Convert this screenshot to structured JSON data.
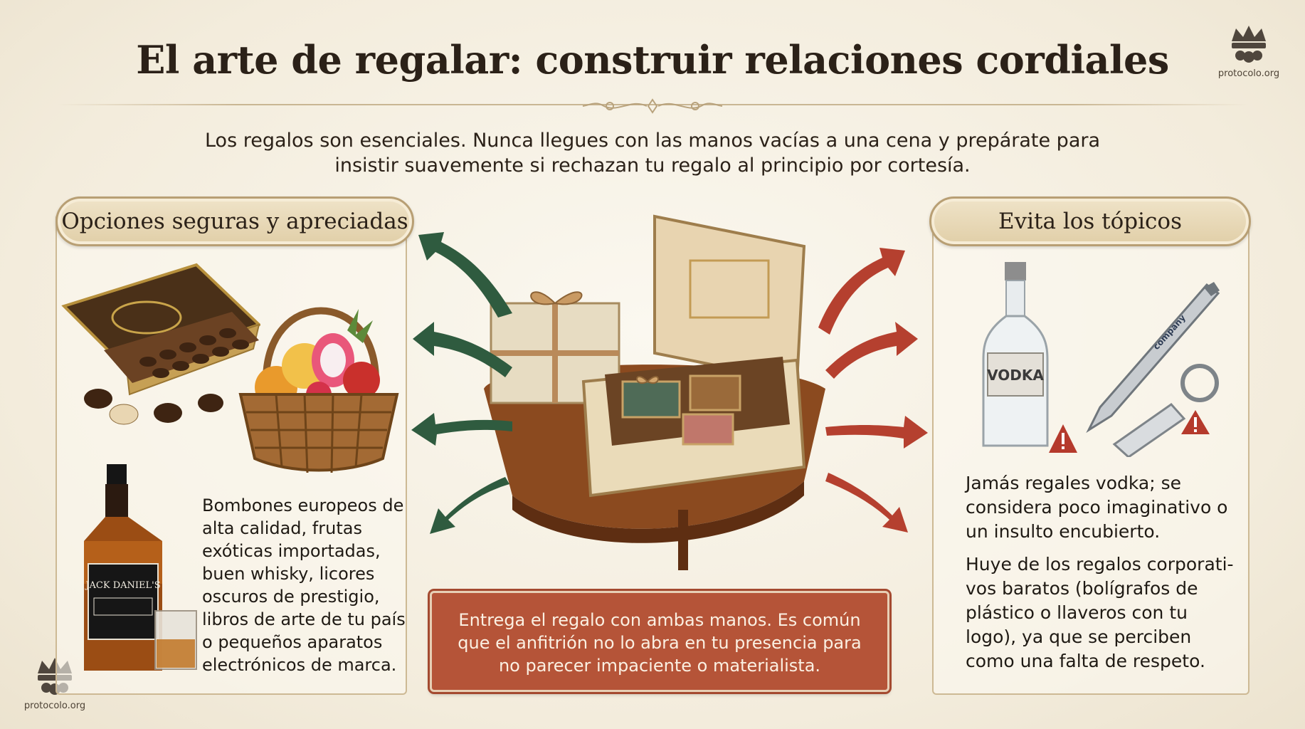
{
  "title": "El arte de regalar: construir relaciones cordiales",
  "intro": "Los regalos son esenciales. Nunca llegues con las manos vacías a una cena y prepárate para insistir suavemente si rechazan tu regalo al principio por cortesía.",
  "left_panel": {
    "heading": "Opciones seguras y apreciadas",
    "text": "Bombones europeos de alta calidad, frutas exóticas importadas, buen whisky, licores oscuros de prestigio, libros de arte de tu país o pequeños aparatos electrónicos de marca."
  },
  "right_panel": {
    "heading": "Evita los tópicos",
    "text_1": "Jamás regales vodka; se considera poco imaginativo o un insulto encubierto.",
    "text_2": "Huye de los regalos corporati-vos baratos (bolígrafos de plástico o llaveros con tu logo), ya que se perciben como una falta de respeto."
  },
  "tip": "Entrega el regalo con ambas manos. Es común que el anfitrión no lo abra en tu presencia para no parecer impaciente o materialista.",
  "illustration_labels": {
    "vodka": "VODKA",
    "whisky": "JACK DANIEL'S",
    "pen": "company"
  },
  "logo": {
    "caption": "protocolo.org"
  },
  "colors": {
    "background": "#f5f0e4",
    "accent_red": "#b55438",
    "arrow_green": "#2f5b3f",
    "arrow_red": "#b5402f",
    "gold_border": "#cdb994"
  }
}
